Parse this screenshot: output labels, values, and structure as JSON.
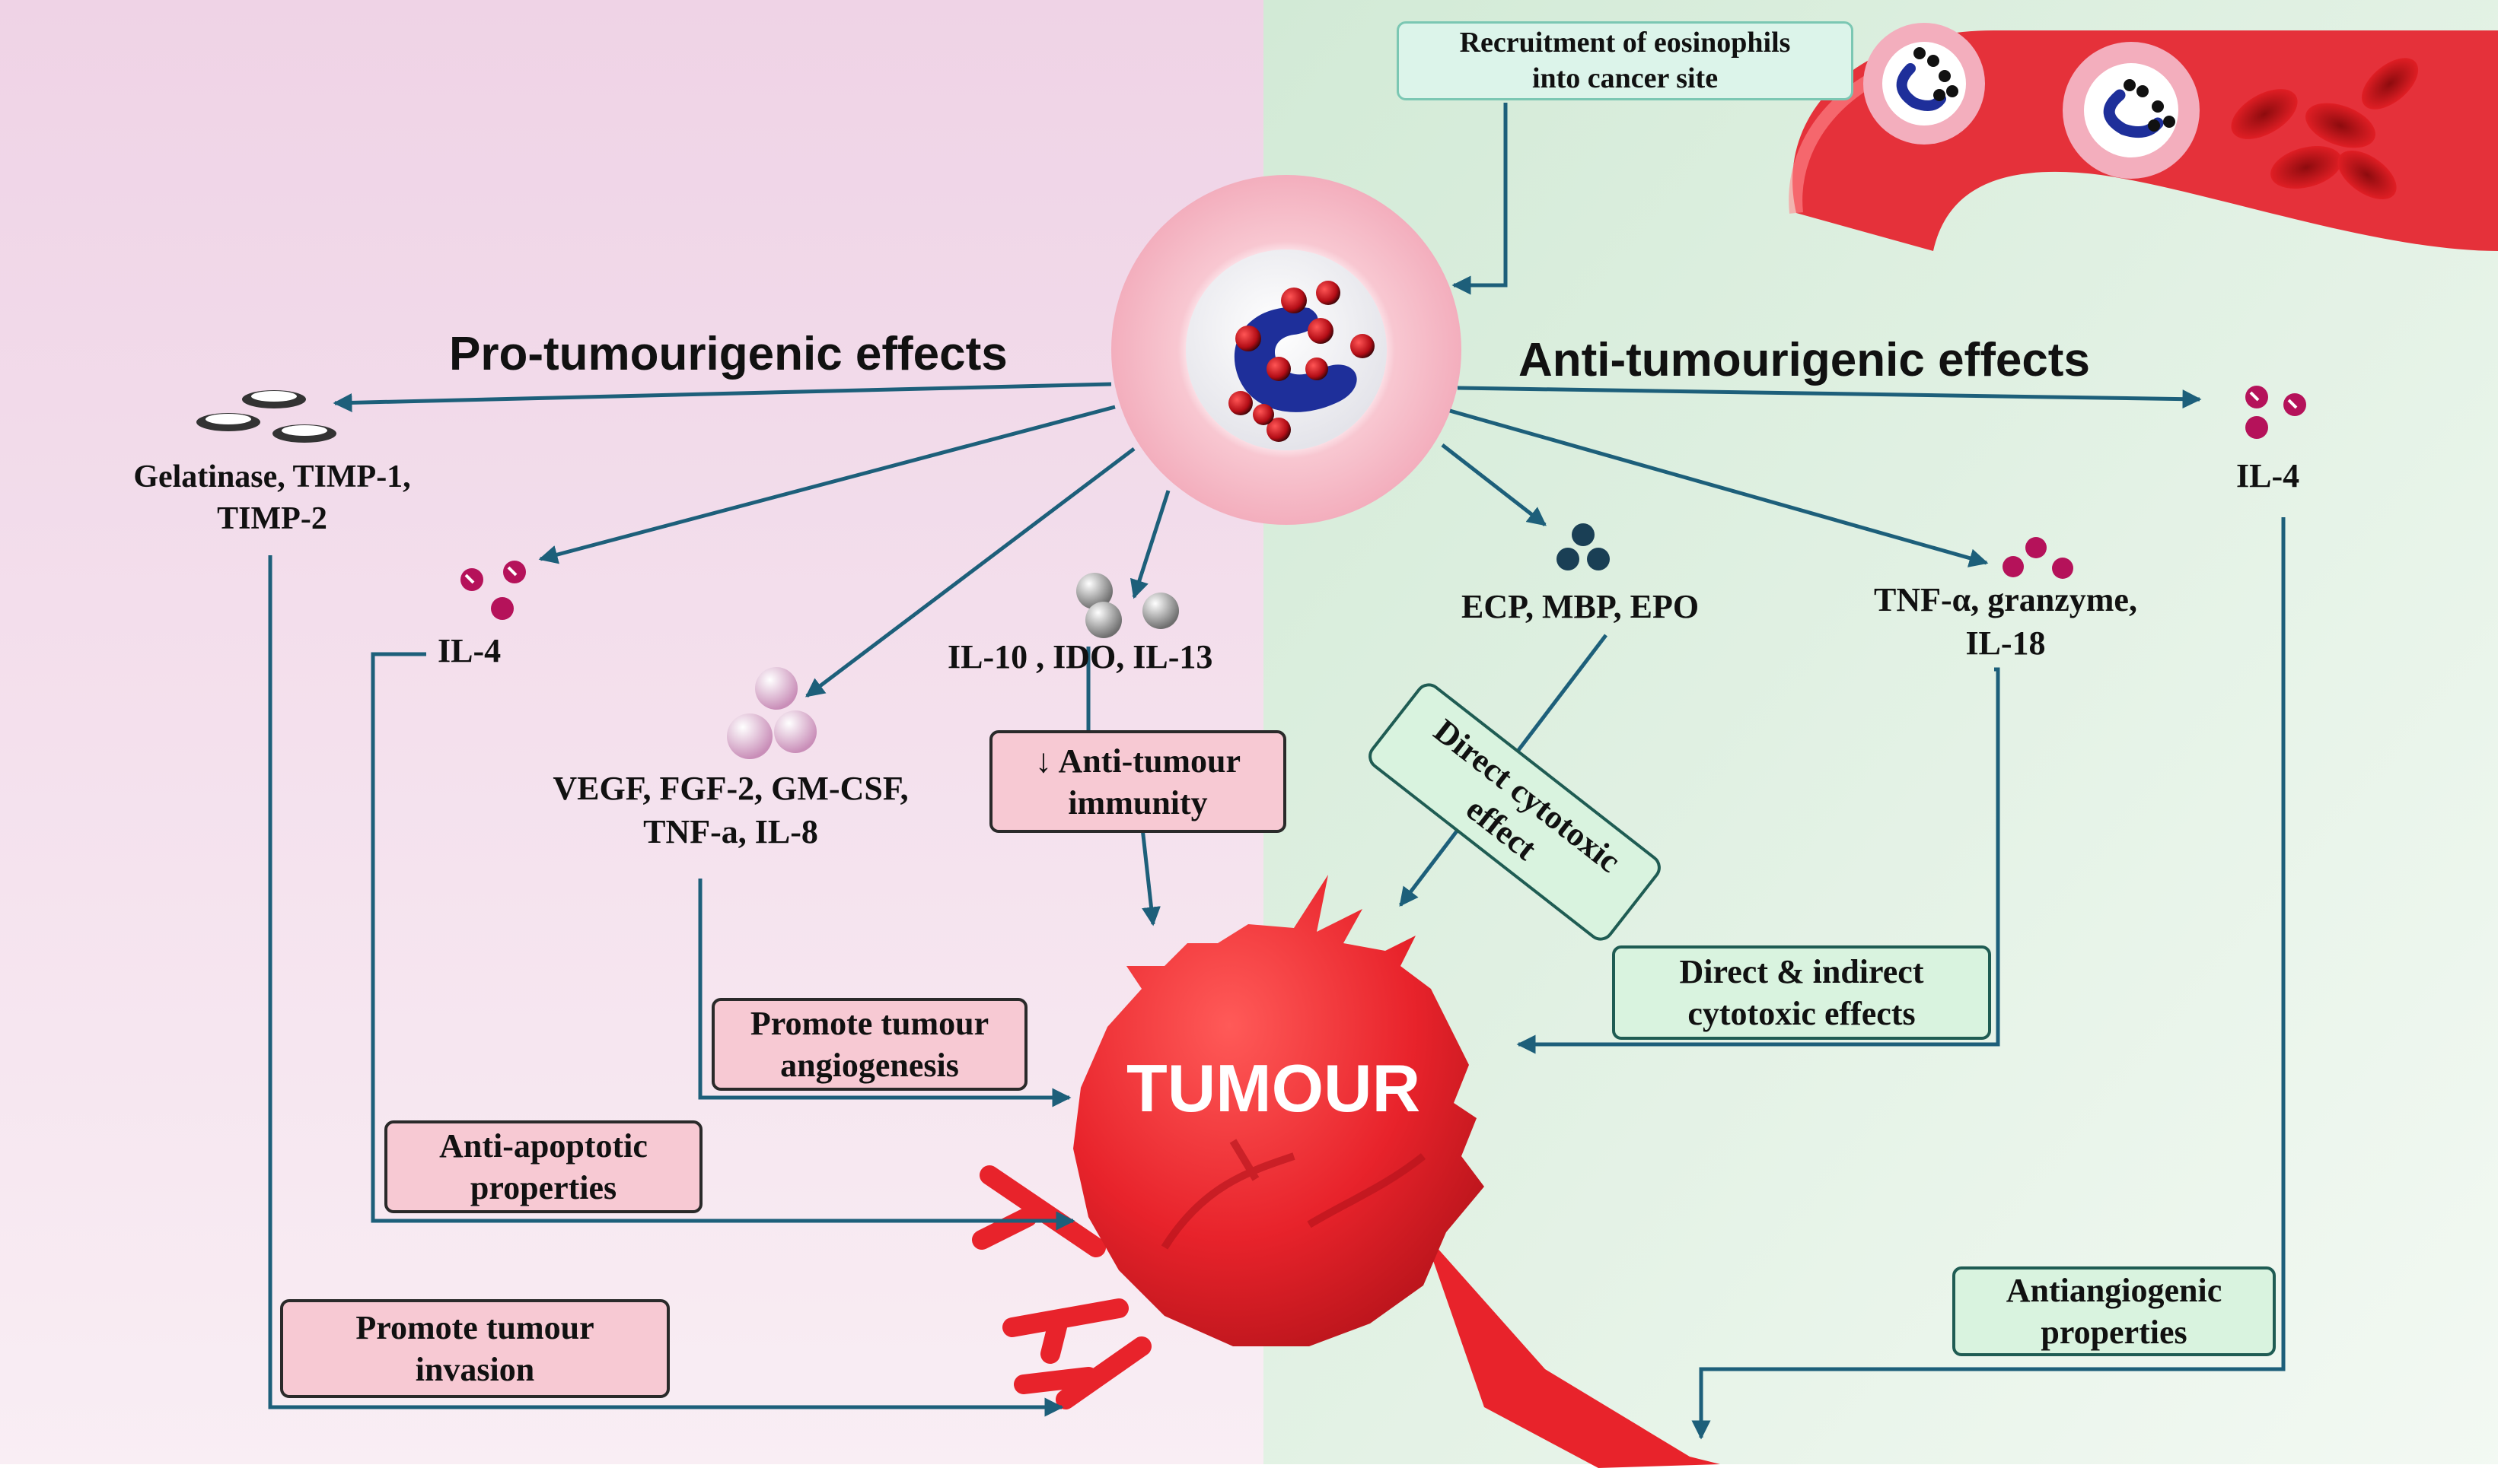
{
  "sections": {
    "pro_title": "Pro-tumourigenic effects",
    "anti_title": "Anti-tumourigenic effects"
  },
  "recruitment_box": [
    "Recruitment of eosinophils",
    "into cancer site"
  ],
  "tumour_label": "TUMOUR",
  "mediators": {
    "gelatinase": [
      "Gelatinase, TIMP-1,",
      "TIMP-2"
    ],
    "il4_left": "IL-4",
    "vegf": [
      "VEGF, FGF-2, GM-CSF,",
      "TNF-a, IL-8"
    ],
    "il10": "IL-10 , IDO, IL-13",
    "ecp": "ECP, MBP, EPO",
    "tnf": [
      "TNF-α, granzyme,",
      "IL-18"
    ],
    "il4_right": "IL-4"
  },
  "effect_boxes": {
    "anti_tumour_immunity": [
      "↓ Anti-tumour",
      "immunity"
    ],
    "promote_angiogenesis": [
      "Promote tumour",
      "angiogenesis"
    ],
    "anti_apoptotic": [
      "Anti-apoptotic",
      "properties"
    ],
    "promote_invasion": [
      "Promote tumour",
      "invasion"
    ],
    "direct_cytotoxic": [
      "Direct cytotoxic",
      "effect"
    ],
    "direct_indirect": [
      "Direct & indirect",
      "cytotoxic effects"
    ],
    "antiangiogenic": [
      "Antiangiogenic",
      "properties"
    ]
  },
  "colors": {
    "pro_background": "#f2dbe9",
    "anti_background": "#dcefdf",
    "arrow": "#1d5f7a",
    "tumour": "#e8232b",
    "cell_ring": "#f6b8c4",
    "nucleus": "#1e2f9a",
    "granule": "#c0141c"
  },
  "icons": [
    "eosinophil-cell-icon",
    "blood-vessel-icon",
    "red-blood-cell-icon",
    "granule-cluster-icon",
    "tumour-mass-icon"
  ]
}
